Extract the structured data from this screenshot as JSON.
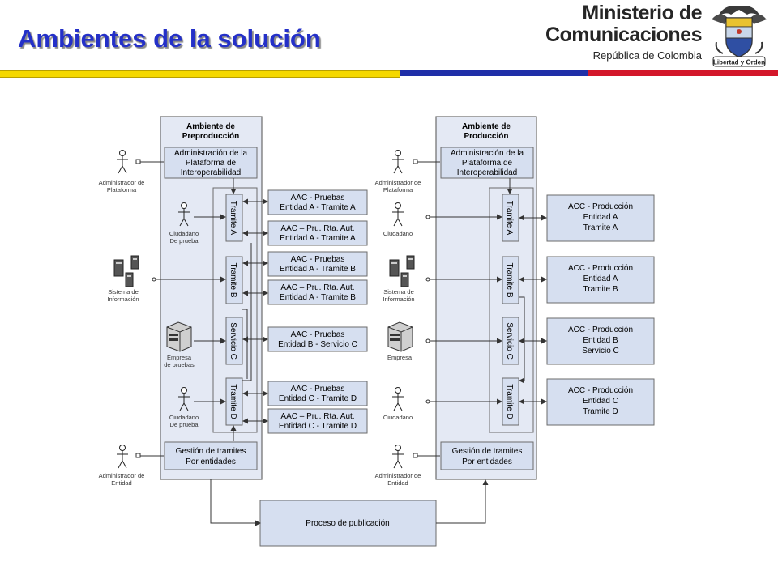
{
  "header": {
    "title": "Ambientes de la solución",
    "ministry_line1": "Ministerio de",
    "ministry_line2": "Comunicaciones",
    "ministry_line3": "República de Colombia",
    "motto": "Libertad y Orden"
  },
  "colors": {
    "title": "#2430c8",
    "flag_yellow": "#f5d800",
    "flag_blue": "#1f2fa8",
    "flag_red": "#d3172a",
    "env_fill": "#e4e9f4",
    "box_fill": "#d6dff0",
    "stroke": "#6b6b6b"
  },
  "diagram": {
    "pre": {
      "title1": "Ambiente de",
      "title2": "Preproducción",
      "admin1": "Administración de la",
      "admin2": "Plataforma de",
      "admin3": "Interoperabilidad",
      "gest1": "Gestión de tramites",
      "gest2": "Por entidades",
      "tramites": [
        "Tramite A",
        "Tramite B",
        "Servicio C",
        "Tramite D"
      ]
    },
    "prod": {
      "title1": "Ambiente de",
      "title2": "Producción",
      "admin1": "Administración de la",
      "admin2": "Plataforma de",
      "admin3": "Interoperabilidad",
      "gest1": "Gestión de tramites",
      "gest2": "Por entidades",
      "tramites": [
        "Tramite A",
        "Tramite B",
        "Servicio C",
        "Tramite D"
      ]
    },
    "aac": [
      [
        "AAC - Pruebas",
        "Entidad A - Tramite A"
      ],
      [
        "AAC – Pru. Rta. Aut.",
        "Entidad A - Tramite A"
      ],
      [
        "AAC - Pruebas",
        "Entidad A - Tramite B"
      ],
      [
        "AAC – Pru. Rta. Aut.",
        "Entidad A - Tramite B"
      ],
      [
        "AAC - Pruebas",
        "Entidad B - Servicio C"
      ],
      [
        "AAC - Pruebas",
        "Entidad C - Tramite D"
      ],
      [
        "AAC – Pru. Rta. Aut.",
        "Entidad C - Tramite D"
      ]
    ],
    "acc": [
      [
        "ACC - Producción",
        "Entidad A",
        "Tramite A"
      ],
      [
        "ACC - Producción",
        "Entidad A",
        "Tramite B"
      ],
      [
        "ACC - Producción",
        "Entidad B",
        "Servicio C"
      ],
      [
        "ACC - Producción",
        "Entidad C",
        "Tramite D"
      ]
    ],
    "actors_pre": {
      "admin_plat": [
        "Administrador de",
        "Plataforma"
      ],
      "ciud1": [
        "Ciudadano",
        "De prueba"
      ],
      "sistema": [
        "Sistema de",
        "Información"
      ],
      "empresa": [
        "Empresa",
        "de pruebas"
      ],
      "ciud2": [
        "Ciudadano",
        "De prueba"
      ],
      "admin_ent": [
        "Administrador de",
        "Entidad"
      ]
    },
    "actors_prod": {
      "admin_plat": [
        "Administrador de",
        "Plataforma"
      ],
      "ciud1": "Ciudadano",
      "sistema": [
        "Sistema de",
        "Información"
      ],
      "empresa": "Empresa",
      "ciud2": "Ciudadano",
      "admin_ent": [
        "Administrador de",
        "Entidad"
      ]
    },
    "publicacion": "Proceso de publicación"
  }
}
